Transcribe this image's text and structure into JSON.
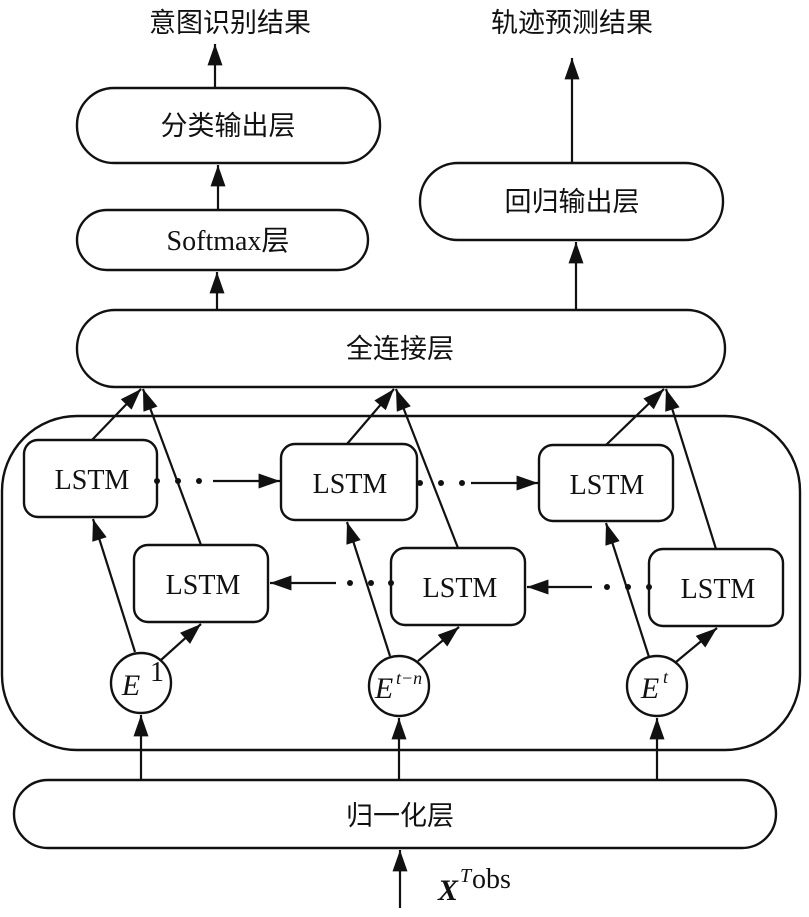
{
  "outputs": {
    "intent_result": "意图识别结果",
    "trajectory_result": "轨迹预测结果"
  },
  "layers": {
    "classification_output": "分类输出层",
    "softmax": "Softmax层",
    "regression_output": "回归输出层",
    "fully_connected": "全连接层",
    "normalization": "归一化层"
  },
  "lstm": {
    "forward": [
      "LSTM",
      "LSTM",
      "LSTM"
    ],
    "backward": [
      "LSTM",
      "LSTM",
      "LSTM"
    ]
  },
  "embeddings": [
    {
      "base": "E",
      "sup": "1"
    },
    {
      "base": "E",
      "sup": "t−n"
    },
    {
      "base": "E",
      "sup": "t"
    }
  ],
  "input": {
    "base": "X",
    "sup_base": "T",
    "sup_sub": "obs"
  },
  "ellipsis": "· · ·"
}
